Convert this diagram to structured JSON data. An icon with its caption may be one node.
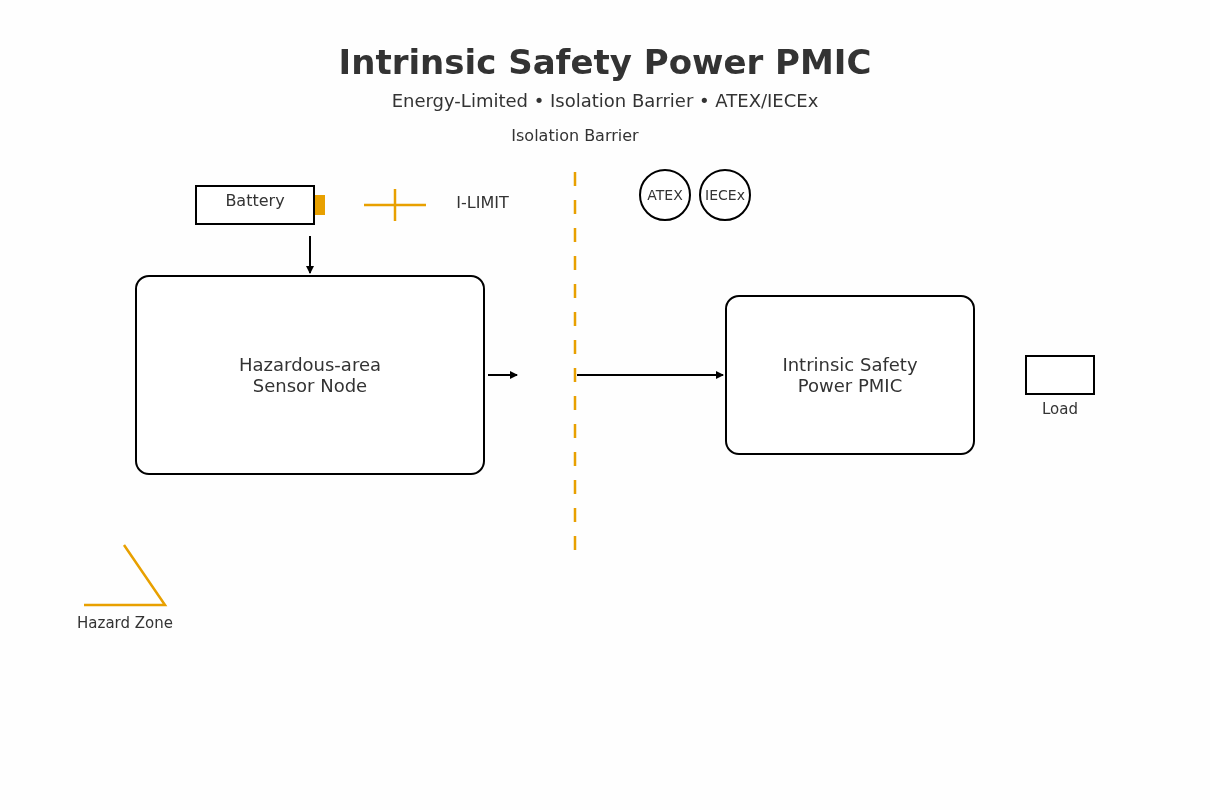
{
  "diagram": {
    "title": "Intrinsic Safety Power PMIC",
    "nodes": [
      {
        "text": [
          "Battery"
        ]
      },
      {
        "text": [
          "ATEX"
        ]
      },
      {
        "text": [
          "IECEx"
        ]
      },
      {
        "text": [
          "Hazardous-area Sensor Node"
        ]
      },
      {
        "text": [
          "Intrinsic Safety Power PMIC"
        ]
      },
      {
        "text": [],
        "shape": "box",
        "beside": [
          "Load"
        ]
      }
    ],
    "edges": [
      {
        "from": 0,
        "to": 3,
        "arrow": "to"
      },
      {
        "from": 3,
        "to": null,
        "arrow": "to"
      },
      {
        "from": null,
        "to": 4,
        "arrow": "to"
      }
    ],
    "labels": [
      "Energy-Limited • Isolation Barrier • ATEX/IECEx",
      "Isolation Barrier",
      "I-LIMIT",
      "Hazard Zone"
    ]
  }
}
